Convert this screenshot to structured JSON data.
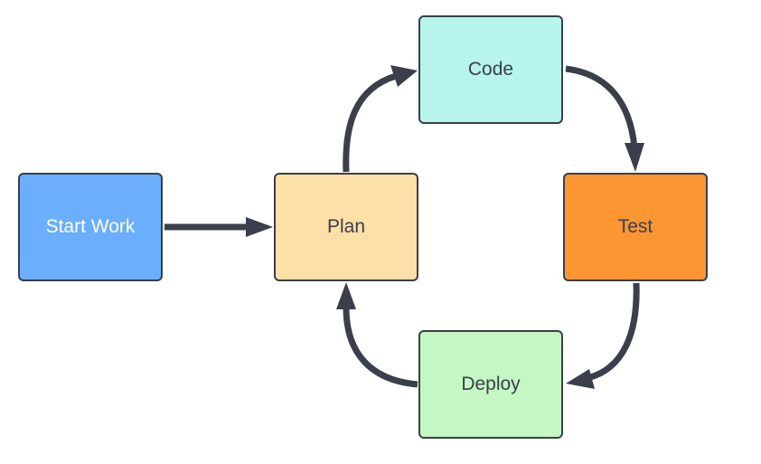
{
  "nodes": {
    "start": {
      "label": "Start Work",
      "color": "#6aaefc"
    },
    "plan": {
      "label": "Plan",
      "color": "#fddfa8"
    },
    "code": {
      "label": "Code",
      "color": "#b6f4ec"
    },
    "test": {
      "label": "Test",
      "color": "#fc9633"
    },
    "deploy": {
      "label": "Deploy",
      "color": "#c5f7c5"
    }
  },
  "edges": [
    {
      "from": "start",
      "to": "plan"
    },
    {
      "from": "plan",
      "to": "code"
    },
    {
      "from": "code",
      "to": "test"
    },
    {
      "from": "test",
      "to": "deploy"
    },
    {
      "from": "deploy",
      "to": "plan"
    }
  ],
  "colors": {
    "stroke": "#3a3f4b"
  }
}
